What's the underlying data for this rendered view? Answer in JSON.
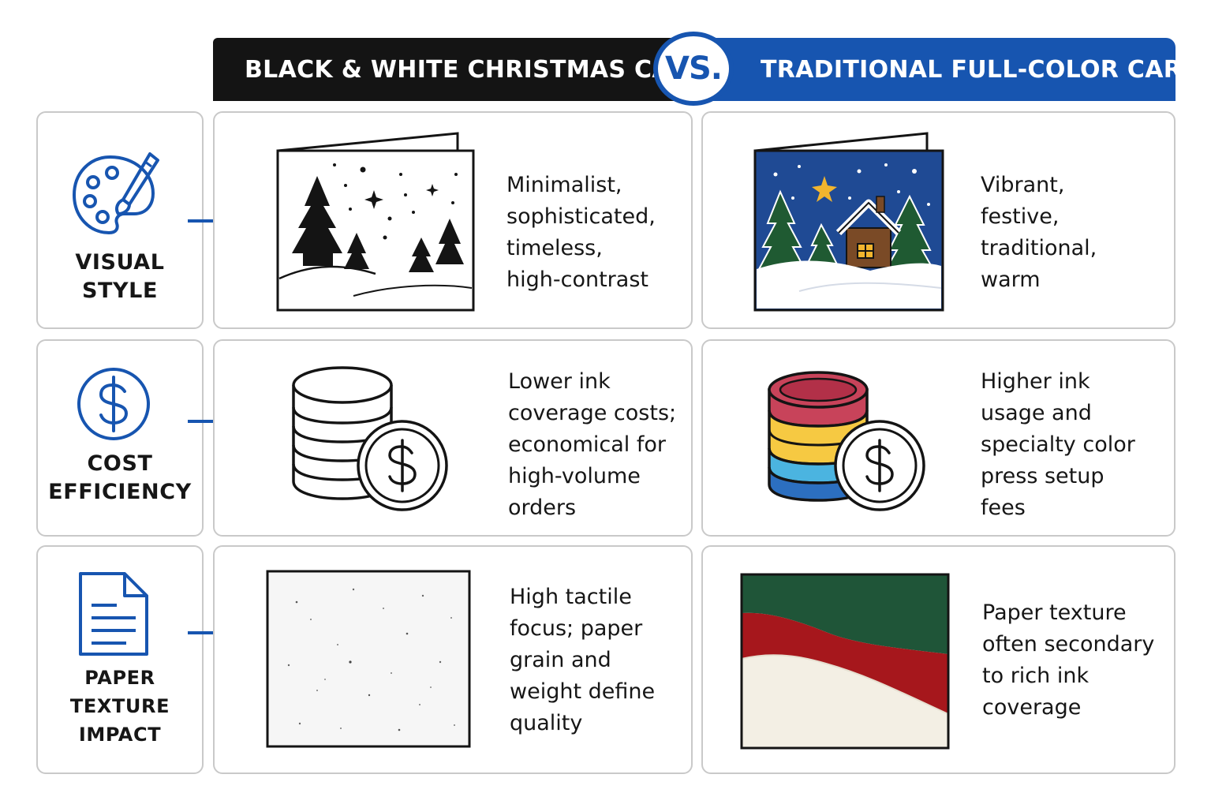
{
  "header": {
    "left_title": "BLACK & WHITE CHRISTMAS CARDS",
    "vs_label": "VS.",
    "right_title": "TRADITIONAL FULL-COLOR CARDS"
  },
  "rows": [
    {
      "category": "VISUAL\nSTYLE",
      "category_icon": "palette-brush-icon",
      "bw_illustration": "bw-winter-card-icon",
      "bw_text": "Minimalist,\nsophisticated,\ntimeless,\nhigh-contrast",
      "color_illustration": "color-winter-card-icon",
      "color_text": "Vibrant,\nfestive,\ntraditional,\nwarm"
    },
    {
      "category": "COST\nEFFICIENCY",
      "category_icon": "dollar-circle-icon",
      "bw_illustration": "bw-coin-stack-icon",
      "bw_text": "Lower ink\ncoverage costs;\neconomical for\nhigh-volume\norders",
      "color_illustration": "color-coin-stack-icon",
      "color_text": "Higher ink\nusage and\nspecialty color\npress setup\nfees"
    },
    {
      "category": "PAPER TEXTURE\nIMPACT",
      "category_icon": "document-icon",
      "bw_illustration": "white-paper-swatch-icon",
      "bw_text": "High tactile\nfocus; paper\ngrain and\nweight define\nquality",
      "color_illustration": "color-paper-swatch-icon",
      "color_text": "Paper texture\noften secondary\nto rich ink\ncoverage"
    }
  ],
  "colors": {
    "black": "#141414",
    "blue": "#1755b0",
    "card_border": "#c9c9c9",
    "night_sky": "#1f4a94",
    "tree_green": "#1f5a32",
    "star_gold": "#f2b52e",
    "house_brown": "#7a4a26",
    "coin_red": "#c8435a",
    "coin_yellow": "#f6c942",
    "coin_cyan": "#4bb4e0",
    "coin_blue": "#2c6fc0",
    "swatch_green": "#1f5538",
    "swatch_red": "#a6171c",
    "swatch_cream": "#f3efe4"
  }
}
